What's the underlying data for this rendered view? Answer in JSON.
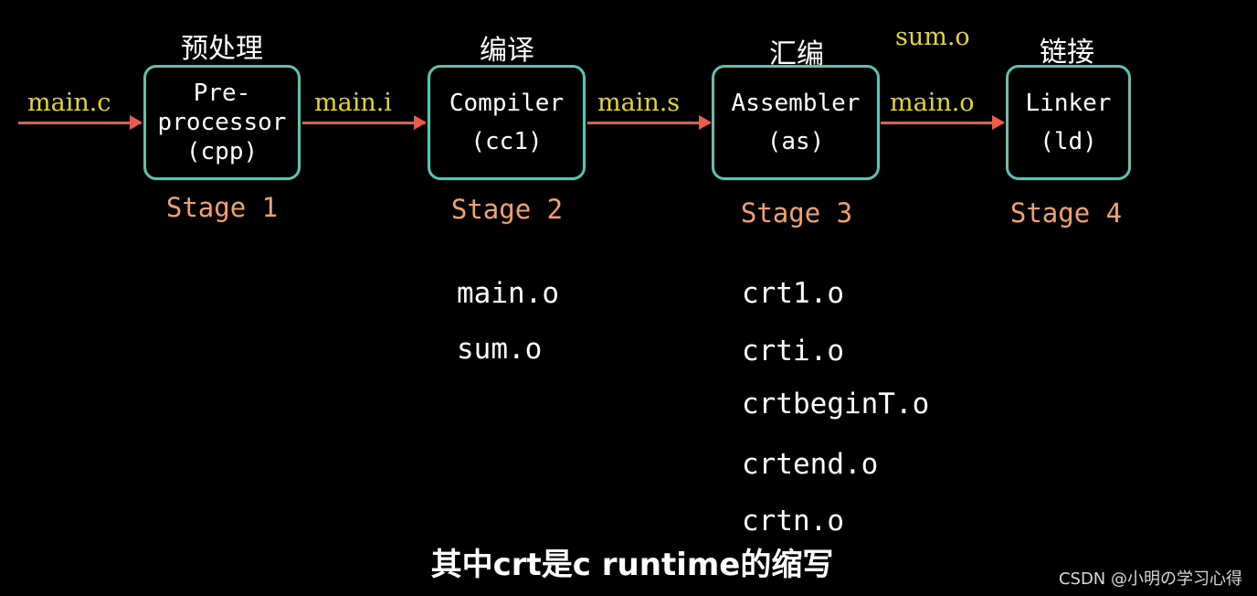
{
  "stages": [
    {
      "cn": "预处理",
      "lines": [
        "Pre-",
        "processor",
        "(cpp)"
      ],
      "stage": "Stage 1"
    },
    {
      "cn": "编译",
      "lines": [
        "Compiler",
        "(cc1)"
      ],
      "stage": "Stage 2"
    },
    {
      "cn": "汇编",
      "lines": [
        "Assembler",
        "(as)"
      ],
      "stage": "Stage 3"
    },
    {
      "cn": "链接",
      "lines": [
        "Linker",
        "(ld)"
      ],
      "stage": "Stage 4"
    }
  ],
  "files": {
    "input": "main.c",
    "after_cpp": "main.i",
    "after_cc1": "main.s",
    "after_as": "main.o",
    "extra": "sum.o"
  },
  "objects_left": [
    "main.o",
    "sum.o"
  ],
  "objects_right": [
    "crt1.o",
    "crti.o",
    "crtbeginT.o",
    "crtend.o",
    "crtn.o"
  ],
  "caption": "其中crt是c runtime的缩写",
  "watermark": "CSDN @小明の学习心得",
  "colors": {
    "box_border": "#5bc4b0",
    "arrow": "#f05a4a",
    "file_label": "#e8d61e",
    "stage_label": "#f3a06b",
    "background": "#000000"
  }
}
